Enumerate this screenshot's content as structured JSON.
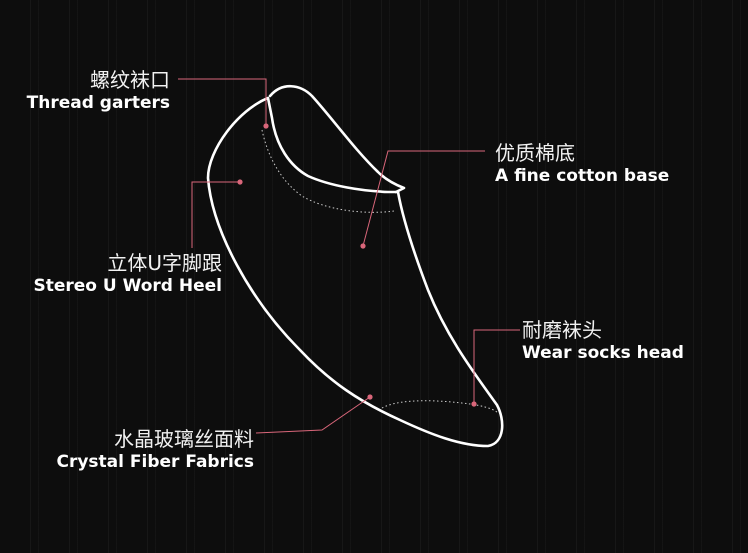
{
  "colors": {
    "background": "#0d0d0d",
    "outline": "#ffffff",
    "leader": "#d9667a"
  },
  "callouts": [
    {
      "id": "thread-garters",
      "cn": "螺纹袜口",
      "en": "Thread garters"
    },
    {
      "id": "fine-cotton-base",
      "cn": "优质棉底",
      "en": "A fine cotton base"
    },
    {
      "id": "stereo-u-heel",
      "cn": "立体U字脚跟",
      "en": "Stereo U Word Heel"
    },
    {
      "id": "wear-socks-head",
      "cn": "耐磨袜头",
      "en": "Wear socks head"
    },
    {
      "id": "crystal-fiber",
      "cn": "水晶玻璃丝面料",
      "en": "Crystal Fiber Fabrics"
    }
  ]
}
